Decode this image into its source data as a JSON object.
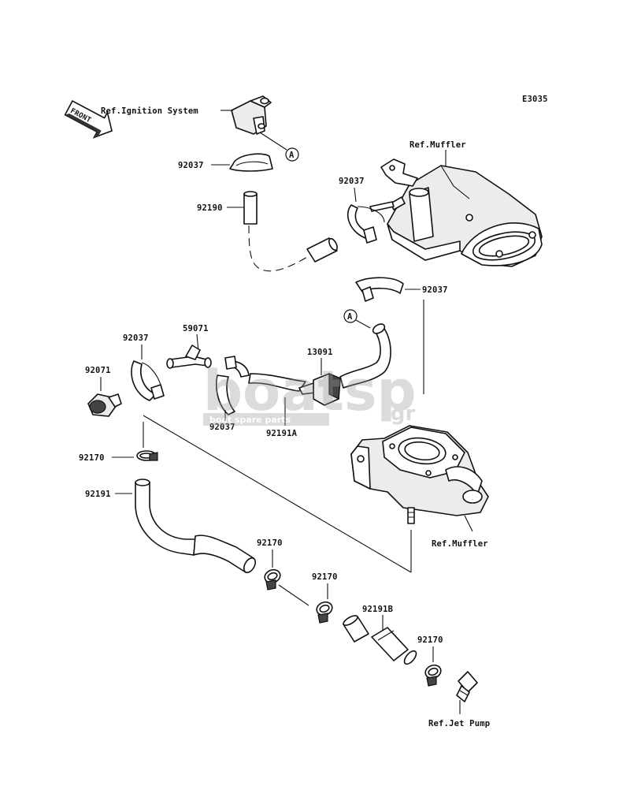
{
  "diagram_code": "E3035",
  "front_label": "FRONT",
  "ref_labels": {
    "ignition": "Ref.Ignition System",
    "muffler_top": "Ref.Muffler",
    "muffler_bottom": "Ref.Muffler",
    "jet_pump": "Ref.Jet Pump"
  },
  "callout_letters": {
    "a_top": "A",
    "a_mid": "A"
  },
  "part_numbers": {
    "clamp_top_left": "92037",
    "hose_top": "92190",
    "clamp_top_right": "92037",
    "clamp_band_right": "92037",
    "clamp_mid_left": "92037",
    "fitting_59071": "59071",
    "plug_92071": "92071",
    "valve_13091": "13091",
    "clamp_mid_center": "92037",
    "hose_92191A": "92191A",
    "clamp_small_1": "92170",
    "hose_92191": "92191",
    "clamp_small_2": "92170",
    "clamp_small_3": "92170",
    "hose_92191B": "92191B",
    "clamp_small_4": "92170"
  },
  "watermark": {
    "brand": "boatsp",
    "suffix": ".gr",
    "tagline": "boat spare parts"
  }
}
